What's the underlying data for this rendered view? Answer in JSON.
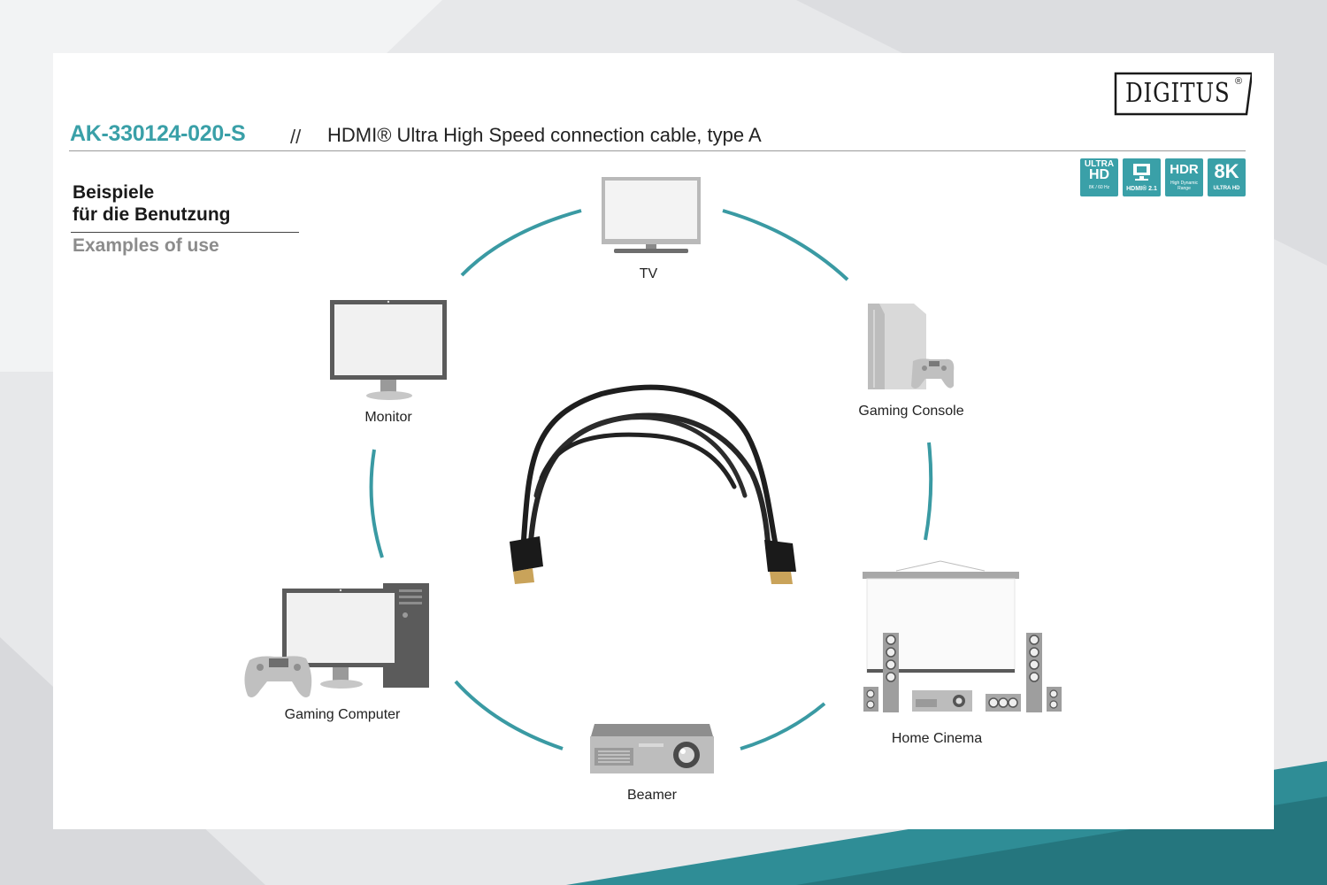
{
  "header": {
    "sku": "AK-330124-020-S",
    "separator": "//",
    "title": "HDMI® Ultra High Speed connection cable, type A"
  },
  "brand": {
    "logo_text": "DIGITUS",
    "registered": "®"
  },
  "badges": [
    {
      "top": "ULTRA",
      "main": "HD",
      "sub": "8K / 60 Hz"
    },
    {
      "top": "",
      "main": "",
      "sub": "HDMI® 2.1"
    },
    {
      "top": "",
      "main": "HDR",
      "sub": "High Dynamic Range"
    },
    {
      "top": "",
      "main": "8K",
      "sub": "ULTRA HD"
    }
  ],
  "section": {
    "heading_de_line1": "Beispiele",
    "heading_de_line2": "für die Benutzung",
    "heading_en": "Examples of use"
  },
  "devices": {
    "tv": "TV",
    "gaming_console": "Gaming Console",
    "home_cinema": "Home Cinema",
    "beamer": "Beamer",
    "gaming_computer": "Gaming Computer",
    "monitor": "Monitor"
  },
  "colors": {
    "accent": "#3aa0a8",
    "ring": "#3a9aa3",
    "device_gray": "#a9a9a9",
    "dark_gray": "#555555",
    "cable": "#1e1e1e",
    "connector_gold": "#c9a35a"
  }
}
